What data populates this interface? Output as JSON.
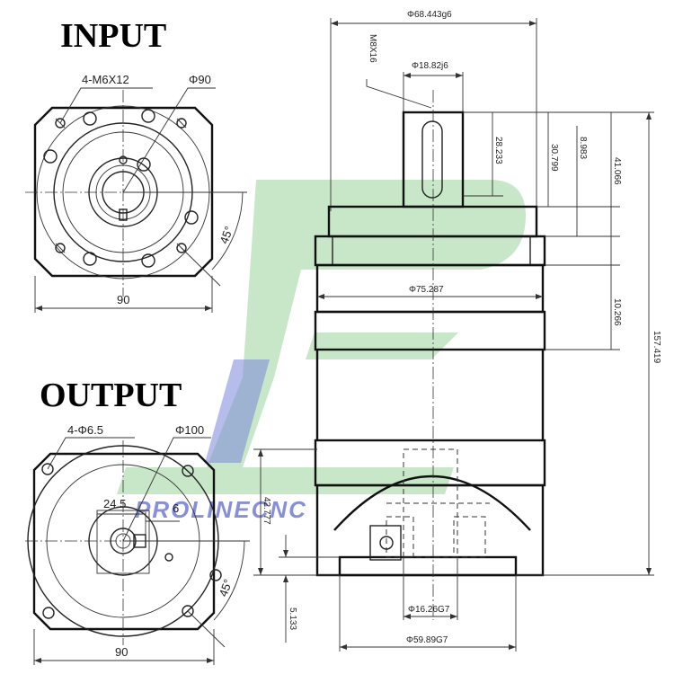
{
  "titles": {
    "input": "INPUT",
    "output": "OUTPUT"
  },
  "input_view": {
    "bolt_label": "4-M6X12",
    "pcd_label": "Φ90",
    "angle_label": "45°",
    "width_label": "90"
  },
  "output_view": {
    "bolt_label": "4-Φ6.5",
    "pcd_label": "Φ100",
    "key_height_label": "24.5",
    "key_width_label": "6",
    "angle_label": "45°",
    "width_label": "90"
  },
  "side_view": {
    "top_dim": "Φ68.443g6",
    "thread_label": "M8X16",
    "shaft_dia": "Φ18.82j6",
    "shaft_len": "28.233",
    "d1": "30.799",
    "d2": "8.983",
    "d3": "41.066",
    "mid_dia": "Φ75.287",
    "d4": "10.266",
    "total_len": "157.419",
    "lower_len": "42.777",
    "bottom_off": "5.133",
    "bore_dia": "Φ16.26G7",
    "spigot_dia": "Φ59.89G7"
  },
  "watermark": {
    "text": "PROLINECNC"
  }
}
